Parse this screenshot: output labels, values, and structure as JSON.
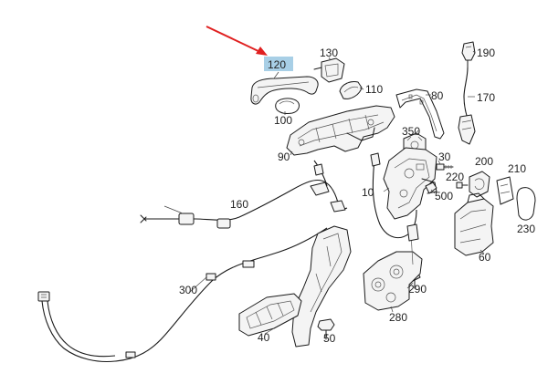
{
  "diagram": {
    "highlight_color": "#a8cfe6",
    "arrow_color": "#e02020",
    "parts": [
      {
        "id": "p120",
        "label": "120",
        "highlighted": true
      },
      {
        "id": "p130",
        "label": "130"
      },
      {
        "id": "p110",
        "label": "110"
      },
      {
        "id": "p100",
        "label": "100"
      },
      {
        "id": "p80",
        "label": "80"
      },
      {
        "id": "p190",
        "label": "190"
      },
      {
        "id": "p170",
        "label": "170"
      },
      {
        "id": "p350",
        "label": "350"
      },
      {
        "id": "p90",
        "label": "90"
      },
      {
        "id": "p30",
        "label": "30"
      },
      {
        "id": "p200",
        "label": "200"
      },
      {
        "id": "p210",
        "label": "210"
      },
      {
        "id": "p220",
        "label": "220"
      },
      {
        "id": "p10",
        "label": "10"
      },
      {
        "id": "p500",
        "label": "500"
      },
      {
        "id": "p160",
        "label": "160"
      },
      {
        "id": "p230",
        "label": "230"
      },
      {
        "id": "p60",
        "label": "60"
      },
      {
        "id": "p300",
        "label": "300"
      },
      {
        "id": "p290",
        "label": "290"
      },
      {
        "id": "p280",
        "label": "280"
      },
      {
        "id": "p40",
        "label": "40"
      },
      {
        "id": "p50",
        "label": "50"
      }
    ]
  }
}
